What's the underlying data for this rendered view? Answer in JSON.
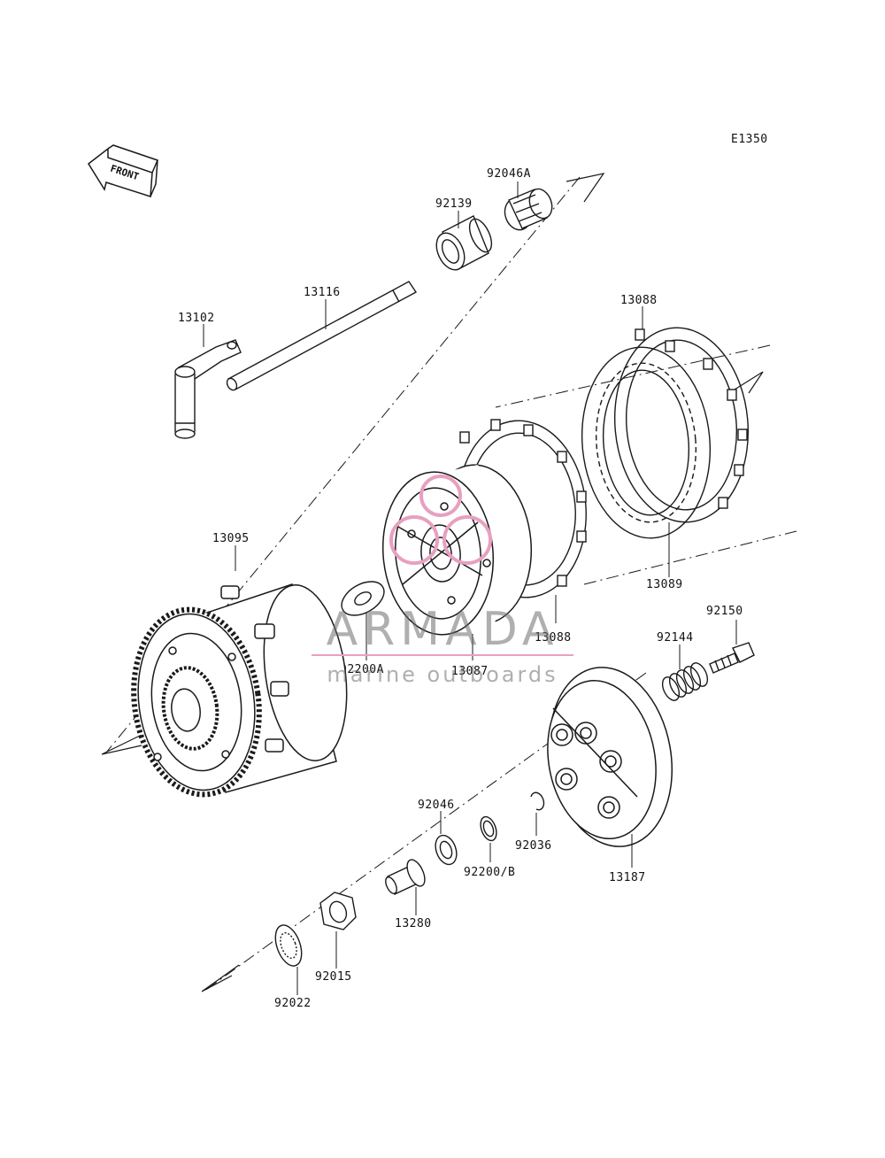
{
  "diagram_code": "E1350",
  "front_label": "FRONT",
  "watermark": {
    "brand": "ARMADA",
    "tagline": "marine outboards",
    "accent_color": "#e8a0c0"
  },
  "part_numbers": {
    "p92046A": "92046A",
    "p92139": "92139",
    "p13116": "13116",
    "p13102": "13102",
    "p13088_top": "13088",
    "p13089": "13089",
    "p13088_mid": "13088",
    "p13095": "13095",
    "p92200A": "92200A",
    "p13087": "13087",
    "p92150": "92150",
    "p92144": "92144",
    "p92046": "92046",
    "p92036": "92036",
    "p92200B": "92200/B",
    "p13187": "13187",
    "p13280": "13280",
    "p92015": "92015",
    "p92022": "92022"
  },
  "colors": {
    "line": "#1a1a1a",
    "background": "#ffffff"
  }
}
